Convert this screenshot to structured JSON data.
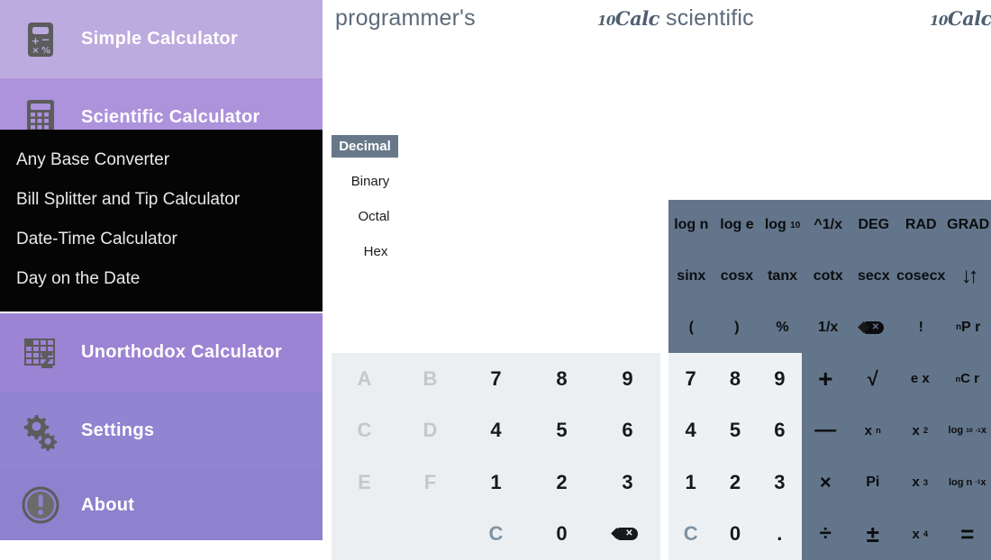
{
  "app": {
    "brand": "10Calc",
    "brand_prefix": "10",
    "brand_suffix": "Calc"
  },
  "sidebar": {
    "items": [
      {
        "label": "Simple Calculator",
        "icon": "calculator-icon",
        "bg": "#bcabdf"
      },
      {
        "label": "Scientific Calculator",
        "icon": "scientific-calculator-icon",
        "bg": "#ad92dc"
      },
      {
        "label": "Unorthodox Calculator",
        "icon": "spreadsheet-sigma-icon",
        "bg": "#9d83d4"
      },
      {
        "label": "Settings",
        "icon": "gears-icon",
        "bg": "#9184d1"
      },
      {
        "label": "About",
        "icon": "info-circle-icon",
        "bg": "#8e81ce"
      }
    ]
  },
  "flyout": {
    "items": [
      "Any Base Converter",
      "Bill Splitter and Tip Calculator",
      "Date-Time Calculator",
      "Day on the Date"
    ]
  },
  "panels": {
    "programmer": {
      "title": "programmer's",
      "base_options": [
        "Decimal",
        "Binary",
        "Octal",
        "Hex"
      ],
      "base_selected": "Decimal",
      "keys": [
        "A",
        "B",
        "7",
        "8",
        "9",
        "C",
        "D",
        "4",
        "5",
        "6",
        "E",
        "F",
        "1",
        "2",
        "3",
        "",
        "",
        "C",
        "0",
        "backspace-icon"
      ],
      "disabled_keys": [
        "A",
        "B",
        "C",
        "D",
        "E",
        "F"
      ],
      "clear_key": "C"
    },
    "scientific": {
      "title": "scientific",
      "function_keys": [
        "log n",
        "log e",
        "log 10",
        "^1/x",
        "DEG",
        "RAD",
        "GRAD",
        "sinx",
        "cosx",
        "tanx",
        "cotx",
        "secx",
        "cosecx",
        "swap-icon",
        "(",
        ")",
        "%",
        "1/x",
        "backspace-icon",
        "!",
        "nPr"
      ],
      "number_keys": [
        "7",
        "8",
        "9",
        "4",
        "5",
        "6",
        "1",
        "2",
        "3",
        "C",
        "0",
        "."
      ],
      "clear_key": "C",
      "operator_keys": [
        "+",
        "√",
        "e x",
        "nCr",
        "—",
        "x n",
        "x 2",
        "log 10 -1 x",
        "×",
        "Pi",
        "x 3",
        "log n -1 x",
        "÷",
        "±",
        "x 4",
        "="
      ]
    }
  },
  "colors": {
    "slate": "#63758a",
    "light_key": "#eceff1",
    "purple_light": "#bcabdf",
    "purple_dark": "#8e81ce",
    "flyout_bg": "#050505",
    "title_text": "#5c6b7a",
    "base_selected_bg": "#68788a"
  }
}
